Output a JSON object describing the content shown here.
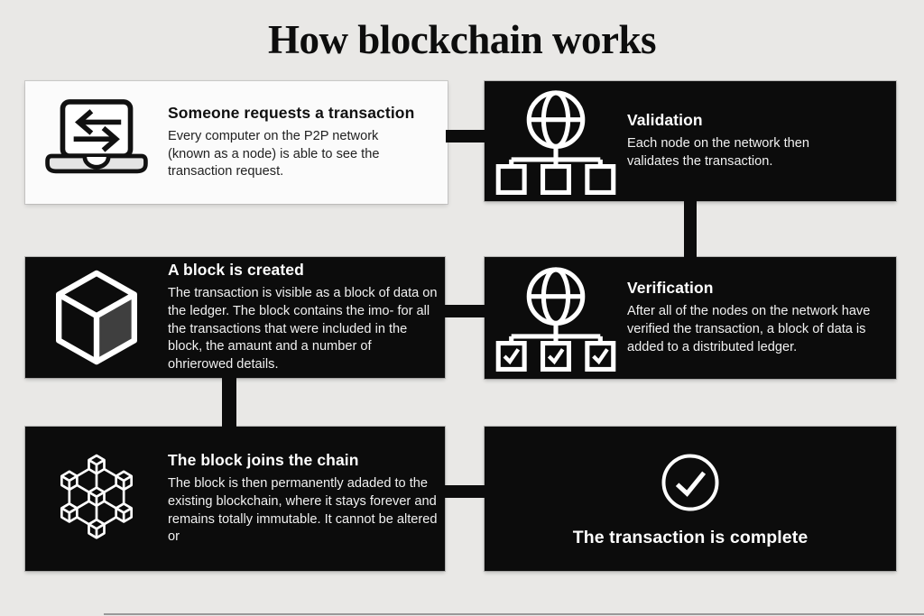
{
  "title": "How blockchain works",
  "colors": {
    "background": "#e9e8e6",
    "box_dark": "#0c0c0c",
    "box_light": "#fbfbfb",
    "text_on_dark": "#ffffff",
    "text_on_light": "#101010",
    "connector": "#0c0c0c",
    "cube_shaded_face": "#3f3f3f"
  },
  "steps": [
    {
      "id": "request",
      "icon": "laptop-transfer-icon",
      "title": "Someone requests a transaction",
      "body": "Every computer on the P2P network (known as a node) is able to see the transaction request.",
      "theme": "light"
    },
    {
      "id": "validation",
      "icon": "network-nodes-icon",
      "title": "Validation",
      "body": "Each node on the network then validates the transaction.",
      "theme": "dark"
    },
    {
      "id": "block-created",
      "icon": "cube-icon",
      "title": "A block is created",
      "body": "The transaction is visible as a block of data on the ledger. The block contains the imo- for all the transactions that were included in the block, the amaunt and a number of ohrierowed details.",
      "theme": "dark"
    },
    {
      "id": "verification",
      "icon": "network-verified-icon",
      "title": "Verification",
      "body": "After all of the nodes on the network have verified the transaction, a block of data is added to a distributed ledger.",
      "theme": "dark"
    },
    {
      "id": "join-chain",
      "icon": "blockchain-cluster-icon",
      "title": "The block joins the chain",
      "body": "The block is then permanently adaded to the existing blockchain, where it stays forever and remains totally immutable. It cannot be altered or",
      "theme": "dark"
    },
    {
      "id": "complete",
      "icon": "check-circle-icon",
      "title": "The transaction is complete",
      "body": "",
      "theme": "dark"
    }
  ]
}
